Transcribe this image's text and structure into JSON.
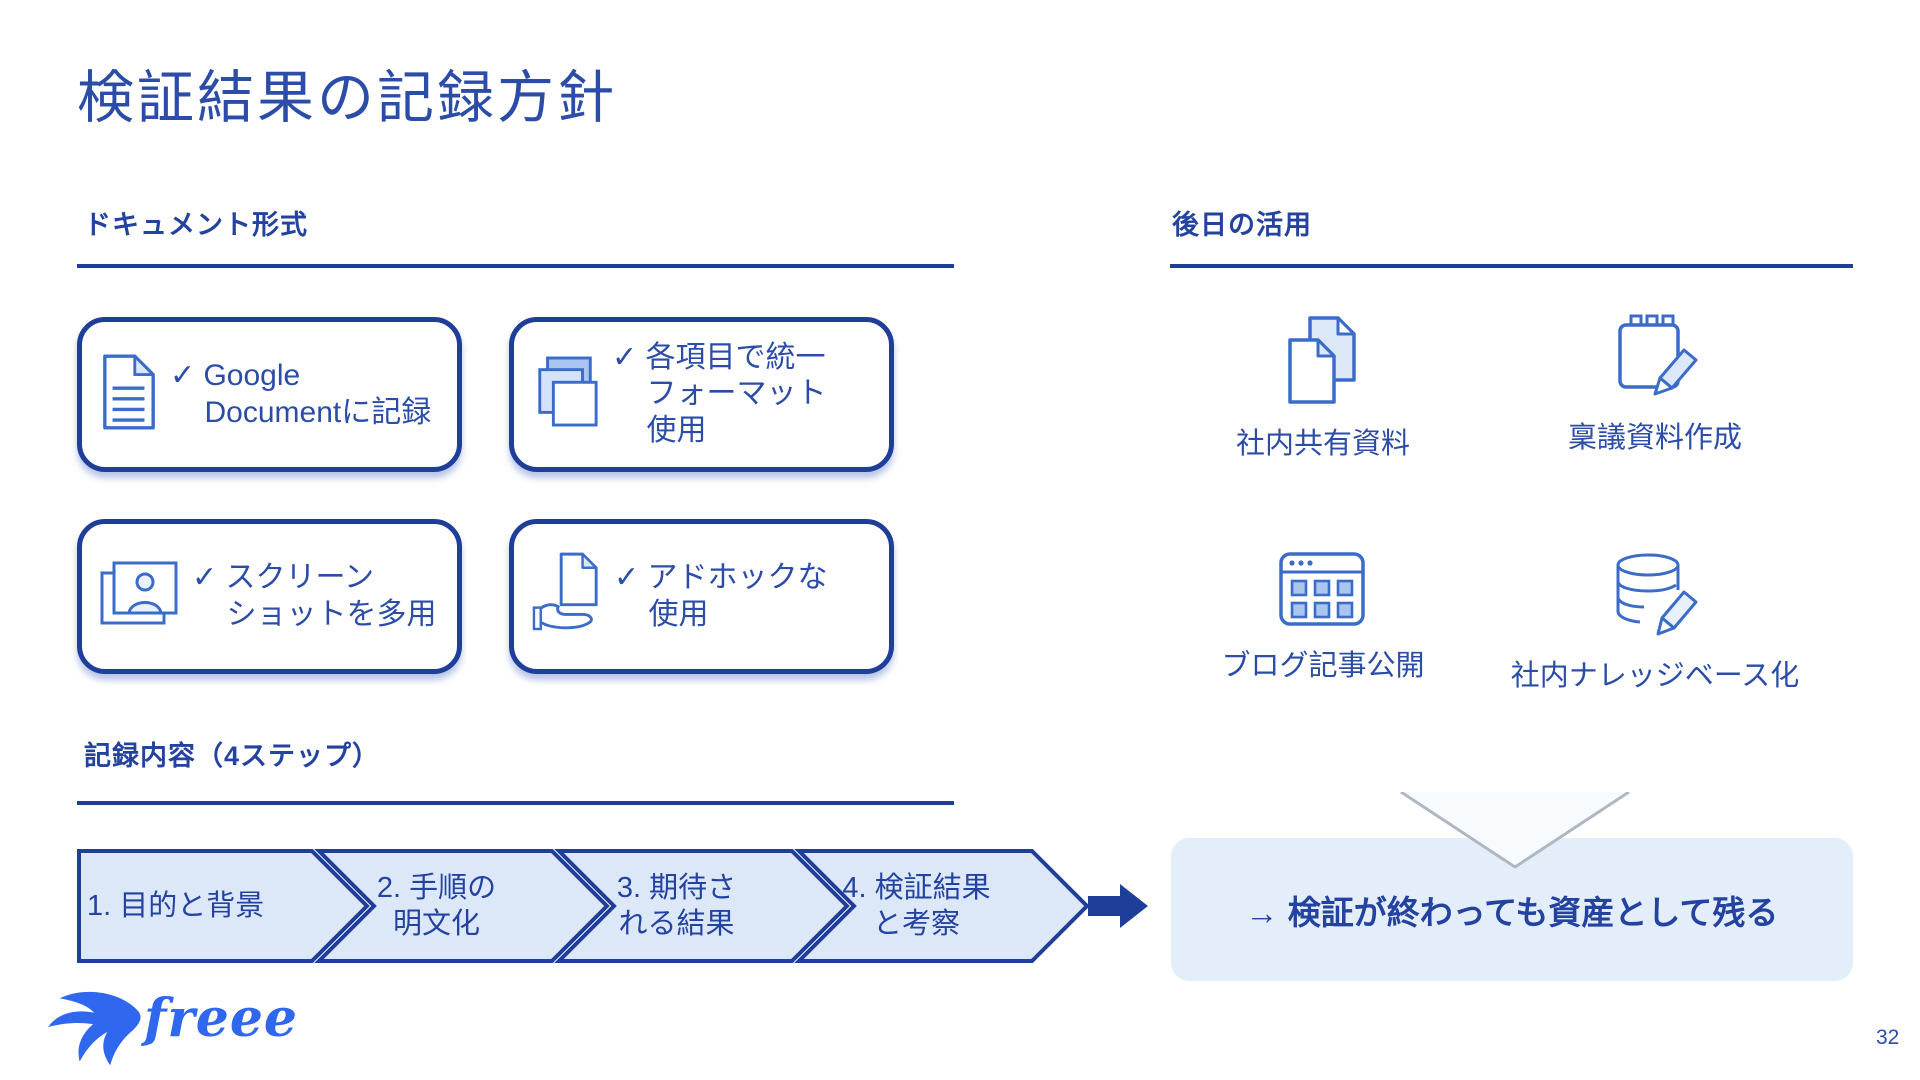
{
  "page": {
    "title": "検証結果の記録方針",
    "page_number": "32",
    "logo_text": "freee"
  },
  "colors": {
    "navy": "#1f3e99",
    "text_blue": "#2b4da8",
    "icon_stroke": "#3b6cc9",
    "light_fill": "#dce8f8",
    "mid_fill": "#aac6ef",
    "result_fill": "#e4eefb",
    "brand_blue": "#2f68ef"
  },
  "document_format": {
    "heading": "ドキュメント形式",
    "cards": [
      {
        "icon": "document-icon",
        "lines": [
          "✓ Google",
          "Documentに記録"
        ]
      },
      {
        "icon": "stacked-cards-icon",
        "lines": [
          "✓ 各項目で統一",
          "フォーマット",
          "使用"
        ]
      },
      {
        "icon": "screenshot-icon",
        "lines": [
          "✓ スクリーン",
          "ショットを多用"
        ]
      },
      {
        "icon": "document-hand-icon",
        "lines": [
          "✓ アドホックな",
          "使用"
        ]
      }
    ]
  },
  "later_use": {
    "heading": "後日の活用",
    "items": [
      {
        "icon": "copy-documents-icon",
        "label": "社内共有資料"
      },
      {
        "icon": "notepad-pencil-icon",
        "label": "稟議資料作成"
      },
      {
        "icon": "browser-grid-icon",
        "label": "ブログ記事公開"
      },
      {
        "icon": "database-pencil-icon",
        "label": "社内ナレッジベース化"
      }
    ]
  },
  "recording_steps": {
    "heading": "記録内容（4ステップ）",
    "steps": [
      {
        "lines": [
          "1. 目的と背景"
        ]
      },
      {
        "lines": [
          "2. 手順の",
          "明文化"
        ]
      },
      {
        "lines": [
          "3. 期待さ",
          "れる結果"
        ]
      },
      {
        "lines": [
          "4. 検証結果",
          "と考察"
        ]
      }
    ],
    "result": "→ 検証が終わっても資産として残る"
  }
}
